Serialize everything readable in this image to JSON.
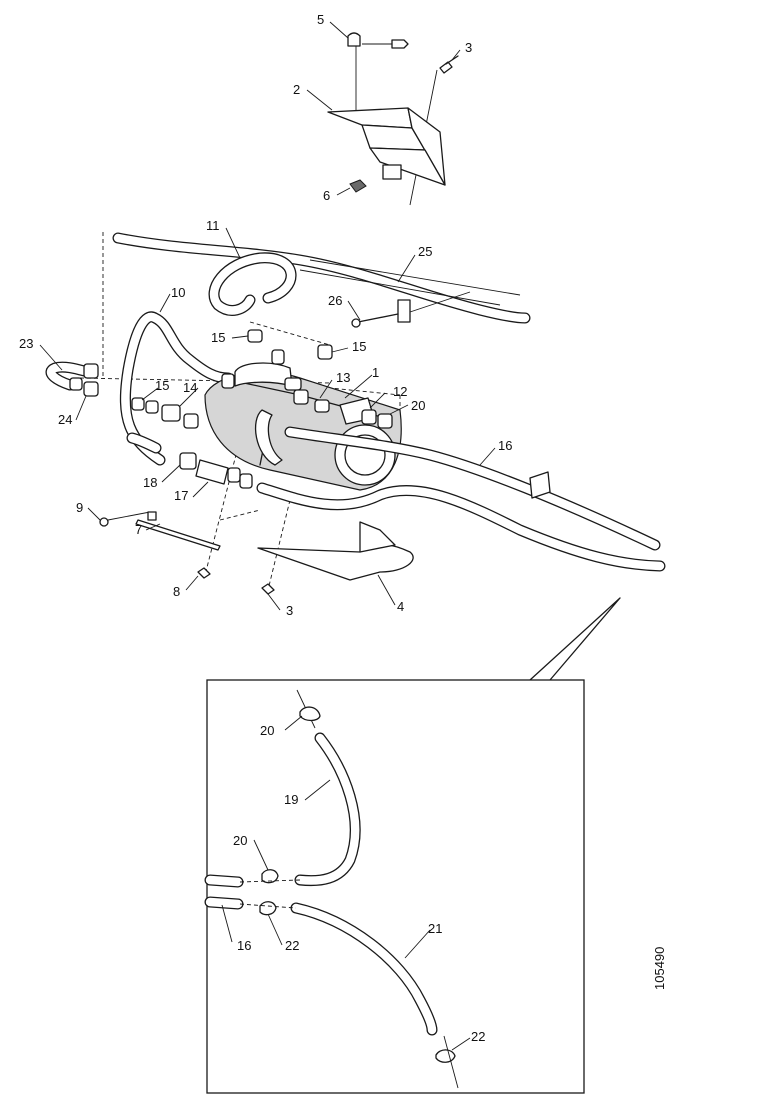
{
  "figure_id": "105490",
  "callouts": [
    {
      "id": "5",
      "text": "5"
    },
    {
      "id": "3a",
      "text": "3"
    },
    {
      "id": "2",
      "text": "2"
    },
    {
      "id": "6",
      "text": "6"
    },
    {
      "id": "11",
      "text": "11"
    },
    {
      "id": "25",
      "text": "25"
    },
    {
      "id": "10",
      "text": "10"
    },
    {
      "id": "26",
      "text": "26"
    },
    {
      "id": "23",
      "text": "23"
    },
    {
      "id": "15a",
      "text": "15"
    },
    {
      "id": "15b",
      "text": "15"
    },
    {
      "id": "13",
      "text": "13"
    },
    {
      "id": "1",
      "text": "1"
    },
    {
      "id": "15c",
      "text": "15"
    },
    {
      "id": "14",
      "text": "14"
    },
    {
      "id": "12",
      "text": "12"
    },
    {
      "id": "20a",
      "text": "20"
    },
    {
      "id": "24",
      "text": "24"
    },
    {
      "id": "16a",
      "text": "16"
    },
    {
      "id": "18",
      "text": "18"
    },
    {
      "id": "17",
      "text": "17"
    },
    {
      "id": "9",
      "text": "9"
    },
    {
      "id": "7",
      "text": "7"
    },
    {
      "id": "8",
      "text": "8"
    },
    {
      "id": "3b",
      "text": "3"
    },
    {
      "id": "4",
      "text": "4"
    },
    {
      "id": "20b",
      "text": "20"
    },
    {
      "id": "19",
      "text": "19"
    },
    {
      "id": "20c",
      "text": "20"
    },
    {
      "id": "21",
      "text": "21"
    },
    {
      "id": "16b",
      "text": "16"
    },
    {
      "id": "22a",
      "text": "22"
    },
    {
      "id": "22b",
      "text": "22"
    }
  ]
}
